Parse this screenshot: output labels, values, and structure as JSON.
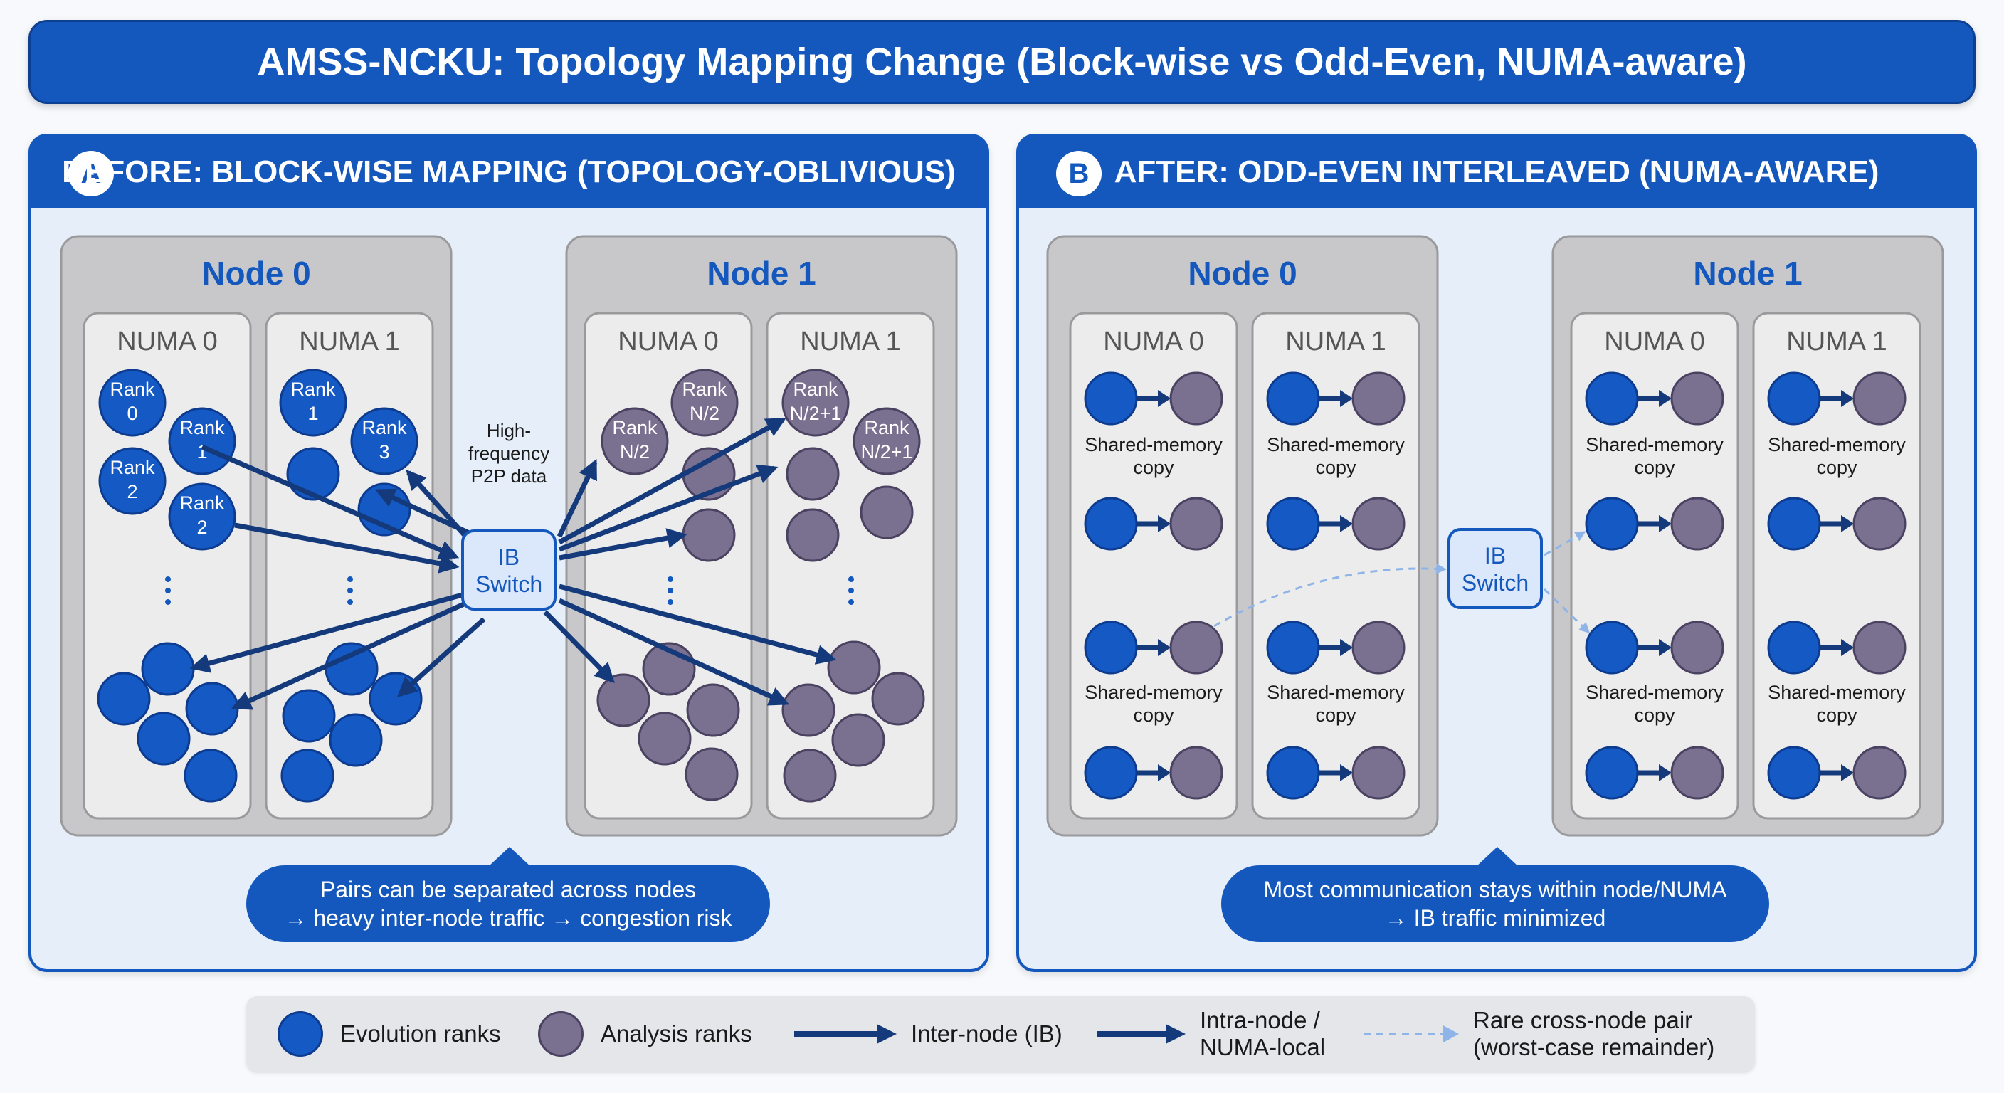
{
  "title": "AMSS-NCKU: Topology Mapping Change (Block-wise vs Odd-Even, NUMA-aware)",
  "colors": {
    "primary_blue": "#1458bd",
    "evolution_rank": "#1459c4",
    "analysis_rank": "#7a708f",
    "arrow_dark": "#143a7c",
    "arrow_light": "#8fb4e8"
  },
  "panel_a": {
    "letter": "A",
    "title": "BEFORE: BLOCK-WISE MAPPING (TOPOLOGY-OBLIVIOUS)",
    "nodes": [
      {
        "label": "Node 0",
        "numa": [
          "NUMA 0",
          "NUMA 1"
        ]
      },
      {
        "label": "Node 1",
        "numa": [
          "NUMA 0",
          "NUMA 1"
        ]
      }
    ],
    "rank_labels": {
      "r0": [
        "Rank",
        "0"
      ],
      "r1": [
        "Rank",
        "1"
      ],
      "r2": [
        "Rank",
        "2"
      ],
      "r1b": [
        "Rank",
        "1"
      ],
      "r3": [
        "Rank",
        "3"
      ],
      "rn2a": [
        "Rank",
        "N/2"
      ],
      "rn2b": [
        "Rank",
        "N/2"
      ],
      "rn21a": [
        "Rank",
        "N/2+1"
      ],
      "rn21b": [
        "Rank",
        "N/2+1"
      ]
    },
    "p2p_label": [
      "High-",
      "frequency",
      "P2P data"
    ],
    "switch_label": [
      "IB",
      "Switch"
    ],
    "callout": [
      "Pairs can be separated across nodes",
      "→ heavy inter-node traffic → congestion risk"
    ]
  },
  "panel_b": {
    "letter": "B",
    "title": "AFTER: ODD-EVEN INTERLEAVED (NUMA-AWARE)",
    "nodes": [
      {
        "label": "Node 0",
        "numa": [
          "NUMA 0",
          "NUMA 1"
        ]
      },
      {
        "label": "Node 1",
        "numa": [
          "NUMA 0",
          "NUMA 1"
        ]
      }
    ],
    "shared_label": [
      "Shared-memory",
      "copy"
    ],
    "switch_label": [
      "IB",
      "Switch"
    ],
    "callout": [
      "Most communication stays within node/NUMA",
      "→ IB traffic minimized"
    ]
  },
  "legend": {
    "evolution": "Evolution ranks",
    "analysis": "Analysis ranks",
    "inter_node": "Inter-node (IB)",
    "intra_node": [
      "Intra-node /",
      "NUMA-local"
    ],
    "rare": [
      "Rare cross-node pair",
      "(worst-case remainder)"
    ]
  }
}
